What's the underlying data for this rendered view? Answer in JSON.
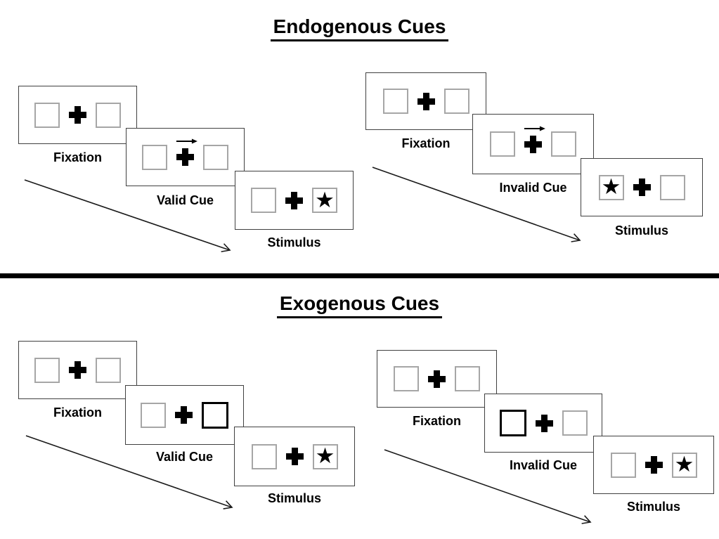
{
  "titles": {
    "endogenous": "Endogenous Cues",
    "exogenous": "Exogenous Cues"
  },
  "icons": {
    "star_glyph": "★",
    "fixation_cross": "heavy-plus-cross",
    "endogenous_cue": "right-arrow-above-fixation",
    "exogenous_cue": "thick-black-outlined-box",
    "timeline_arrow": "diagonal-arrow-down-right"
  },
  "sequences": {
    "endoValid": {
      "name": "endogenous-valid",
      "steps": [
        {
          "label": "Fixation",
          "content": "two-empty-boxes-with-fixation-cross"
        },
        {
          "label": "Valid Cue",
          "content": "arrow-cue-pointing-right",
          "cue": "arrow-right"
        },
        {
          "label": "Stimulus",
          "content": "star-in-right-box",
          "stimulus": "right"
        }
      ]
    },
    "endoInvalid": {
      "name": "endogenous-invalid",
      "steps": [
        {
          "label": "Fixation",
          "content": "two-empty-boxes-with-fixation-cross"
        },
        {
          "label": "Invalid Cue",
          "content": "arrow-cue-pointing-right",
          "cue": "arrow-right"
        },
        {
          "label": "Stimulus",
          "content": "star-in-left-box",
          "stimulus": "left"
        }
      ]
    },
    "exoValid": {
      "name": "exogenous-valid",
      "steps": [
        {
          "label": "Fixation",
          "content": "two-empty-boxes-with-fixation-cross"
        },
        {
          "label": "Valid Cue",
          "content": "right-box-highlighted",
          "cue": "highlight-right"
        },
        {
          "label": "Stimulus",
          "content": "star-in-right-box",
          "stimulus": "right"
        }
      ]
    },
    "exoInvalid": {
      "name": "exogenous-invalid",
      "steps": [
        {
          "label": "Fixation",
          "content": "two-empty-boxes-with-fixation-cross"
        },
        {
          "label": "Invalid Cue",
          "content": "left-box-highlighted",
          "cue": "highlight-left"
        },
        {
          "label": "Stimulus",
          "content": "star-in-right-box",
          "stimulus": "right"
        }
      ]
    }
  },
  "colors": {
    "panel_border": "#404040",
    "box_border": "#a6a6a6",
    "ink": "#000000"
  }
}
